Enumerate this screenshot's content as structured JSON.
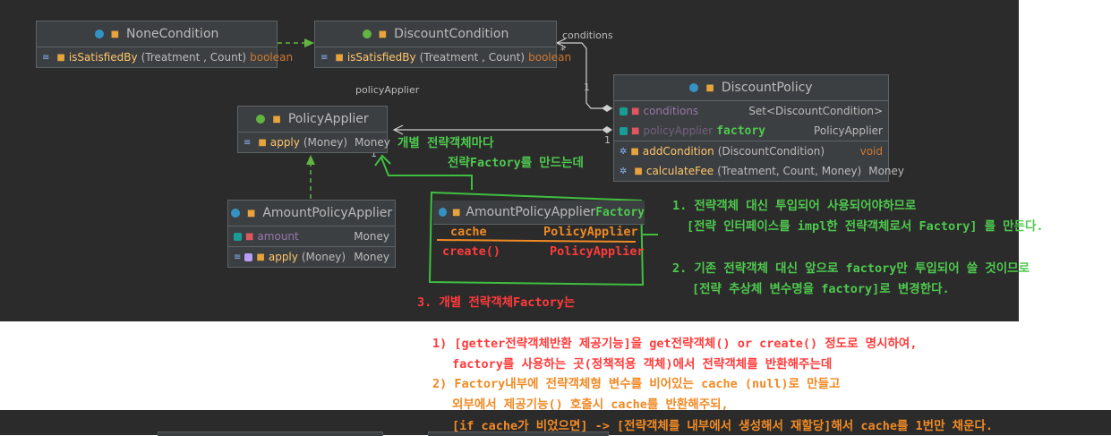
{
  "none_condition": {
    "title": "NoneCondition",
    "method": {
      "name": "isSatisfiedBy",
      "params": "(Treatment , Count)",
      "type": "boolean"
    }
  },
  "discount_condition": {
    "title": "DiscountCondition",
    "method": {
      "name": "isSatisfiedBy",
      "params": "(Treatment , Count)",
      "type": "boolean"
    }
  },
  "discount_policy": {
    "title": "DiscountPolicy",
    "fields": [
      {
        "name": "conditions",
        "type": "Set<DiscountCondition>"
      },
      {
        "name": "policyApplier",
        "overwrite": "factory",
        "type": "PolicyApplier"
      }
    ],
    "methods": [
      {
        "name": "addCondition",
        "params": "(DiscountCondition)",
        "type": "void"
      },
      {
        "name": "calculateFee",
        "params": "(Treatment, Count, Money)",
        "type": "Money"
      }
    ]
  },
  "policy_applier": {
    "title": "PolicyApplier",
    "method": {
      "name": "apply",
      "params": "(Money)",
      "type": "Money"
    }
  },
  "amount_policy_applier": {
    "title": "AmountPolicyApplier",
    "field": {
      "name": "amount",
      "type": "Money"
    },
    "method": {
      "name": "apply",
      "params": "(Money)",
      "type": "Money"
    }
  },
  "factory_box": {
    "title": "AmountPolicyApplier",
    "suffix": "Factory",
    "rows": [
      {
        "name": "cache",
        "type": "PolicyApplier"
      },
      {
        "name": "create()",
        "type": "PolicyApplier"
      }
    ]
  },
  "edge_labels": {
    "conditions": "conditions",
    "star": "*",
    "one_a": "1",
    "policy_applier": "policyApplier",
    "one_b": "1",
    "one_c": "1"
  },
  "notes": {
    "green_1": "개별 전략객체마다",
    "green_2": "전략Factory를 만드는데",
    "green_3": "1. 전략객체 대신 투입되어 사용되어야하므로",
    "green_4": "[전략 인터페이스를 impl한 전략객체로서 Factory] 를 만든다.",
    "green_5": "2. 기존 전략객체 대신 앞으로 factory만 투입되어 쓸 것이므로",
    "green_6": "[전략 추상체 변수명을 factory]로 변경한다.",
    "red_title": "3. 개별 전략객체Factory는",
    "red_1": "1) [getter전략객체반환  제공기능]을 get전략객체() or create() 정도로 명시하여,",
    "red_2": "factory를 사용하는 곳(정책적용 객체)에서  전략객체를 반환해주는데",
    "orange_1": "2) Factory내부에 전략객체형 변수를 비어있는 cache (null)로 만들고",
    "orange_2": "외부에서 제공기능() 호출시 cache를 반환해주되,",
    "orange_3": "[if cache가 비었으면] -> [전략객체를 내부에서 생성해서 재할당]해서 cache를 1번만 채운다."
  },
  "colors": {
    "green": "#4ec94e",
    "red": "#ff3b3b",
    "orange": "#f08a24",
    "background": "#2b2b2b"
  }
}
